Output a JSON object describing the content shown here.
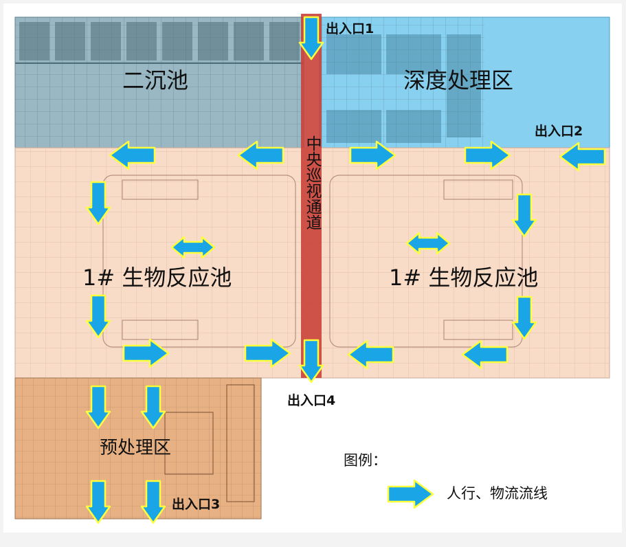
{
  "zones": {
    "secondary_clarifier": "二沉池",
    "advanced_treatment": "深度处理区",
    "bioreactor_left": "1# 生物反应池",
    "bioreactor_right": "1# 生物反应池",
    "pretreatment": "预处理区"
  },
  "central_corridor": "中央巡视通道",
  "entrances": {
    "e1": "出入口1",
    "e2": "出入口2",
    "e3": "出入口3",
    "e4": "出入口4"
  },
  "legend": {
    "title": "图例：",
    "item": "人行、物流流线"
  },
  "colors": {
    "clarifier_fill": "#9ab8c4",
    "advanced_fill": "#87d0ef",
    "bioreactor_fill": "#f9dcc7",
    "pretreat_fill": "#e7b184",
    "corridor_fill": "#c9433a",
    "arrow_fill": "#1aa6e6",
    "arrow_stroke": "#ffff3c"
  }
}
